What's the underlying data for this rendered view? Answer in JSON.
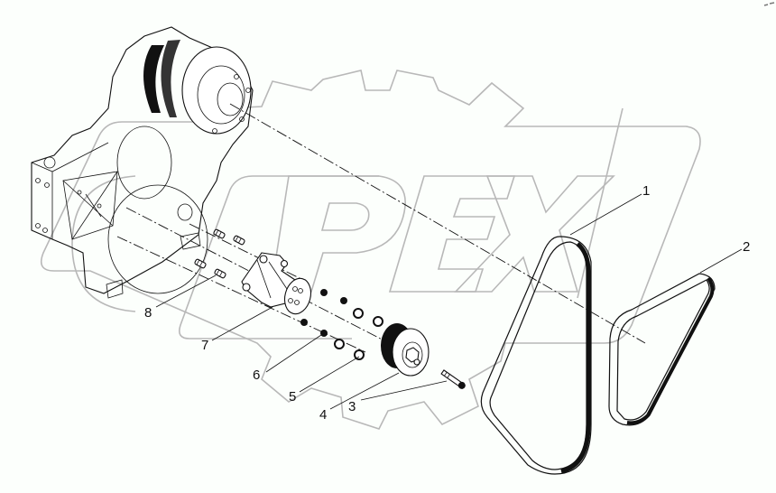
{
  "diagram": {
    "type": "exploded parts view",
    "subject": "belt drive / idler pulley assembly",
    "watermark": "OPEX",
    "corner_mark": "- -",
    "colors": {
      "background": "#fcfffc",
      "line": "#111111",
      "watermark": "#b8b8b8"
    }
  },
  "callouts": [
    {
      "id": "1",
      "label": "1",
      "part": "large poly-v belt"
    },
    {
      "id": "2",
      "label": "2",
      "part": "small poly-v belt"
    },
    {
      "id": "3",
      "label": "3",
      "part": "pulley bolt"
    },
    {
      "id": "4",
      "label": "4",
      "part": "idler pulley"
    },
    {
      "id": "5",
      "label": "5",
      "part": "nut"
    },
    {
      "id": "6",
      "label": "6",
      "part": "washer"
    },
    {
      "id": "7",
      "label": "7",
      "part": "idler bracket"
    },
    {
      "id": "8",
      "label": "8",
      "part": "stud"
    }
  ]
}
